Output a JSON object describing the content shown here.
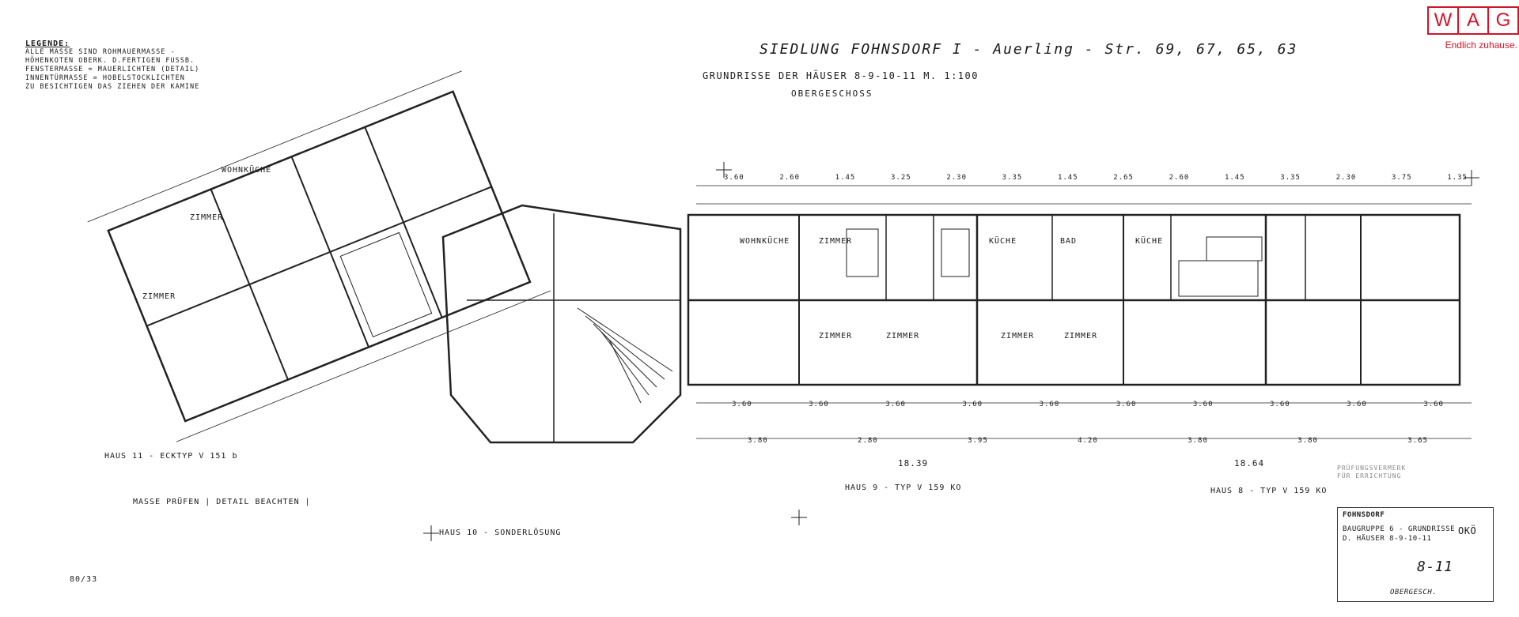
{
  "brand": {
    "letters": [
      "W",
      "A",
      "G"
    ],
    "tagline": "Endlich zuhause.",
    "color": "#d0152b"
  },
  "legend": {
    "heading": "LEGENDE:",
    "lines": [
      "ALLE MASSE SIND ROHMAUERMASSE -",
      "HÖHENKOTEN OBERK. D.FERTIGEN FUSSB.",
      "FENSTERMASSE = MAUERLICHTEN (DETAIL)",
      "INNENTÜRMASSE = HOBELSTOCKLICHTEN",
      "ZU BESICHTIGEN DAS ZIEHEN DER KAMINE"
    ]
  },
  "title": "SIEDLUNG FOHNSDORF I - Auerling - Str. 69, 67, 65, 63",
  "subtitle": "GRUNDRISSE DER HÄUSER 8-9-10-11 M. 1:100",
  "floor_label": "OBERGESCHOSS",
  "labels": {
    "house_corner": "HAUS 11 - ECKTYP V 151 b",
    "house_special": "HAUS 10 - SONDERLÖSUNG",
    "house_9": "HAUS 9 - TYP V 159 KO",
    "house_8": "HAUS 8 - TYP V 159 KO",
    "check_note": "MASSE PRÜFEN | DETAIL BEACHTEN |",
    "dim_total_a": "18.39",
    "dim_total_b": "18.64",
    "page_number": "80/33"
  },
  "rooms": [
    "WOHNKÜCHE",
    "ZIMMER",
    "ZIMMER",
    "KÜCHE",
    "BAD",
    "WOHNKÜCHE",
    "ZIMMER",
    "ZIMMER",
    "KÜCHE",
    "ZIMMER",
    "ZIMMER",
    "ZIMMER"
  ],
  "dimensions_top": [
    "3.60",
    "2.60",
    "1.45",
    "3.25",
    "2.30",
    "3.35",
    "1.45",
    "2.65",
    "2.60",
    "1.45",
    "3.35",
    "2.30",
    "3.75",
    "1.35"
  ],
  "dimensions_bottom": [
    "3.60",
    "3.60",
    "3.60",
    "3.60",
    "3.60",
    "3.60",
    "3.60",
    "3.60",
    "3.60",
    "3.60"
  ],
  "dimensions_lower": [
    "3.80",
    "2.80",
    "3.95",
    "4.20",
    "3.80",
    "3.80",
    "3.65"
  ],
  "title_block": {
    "place": "FOHNSDORF",
    "line1": "BAUGRUPPE 6 - GRUNDRISSE",
    "line2": "D. HÄUSER 8-9-10-11",
    "code": "OKÖ",
    "sheet": "8-11",
    "floor": "OBERGESCH."
  },
  "stamp": {
    "line1": "PRÜFUNGSVERMERK",
    "line2": "FÜR ERRICHTUNG"
  }
}
